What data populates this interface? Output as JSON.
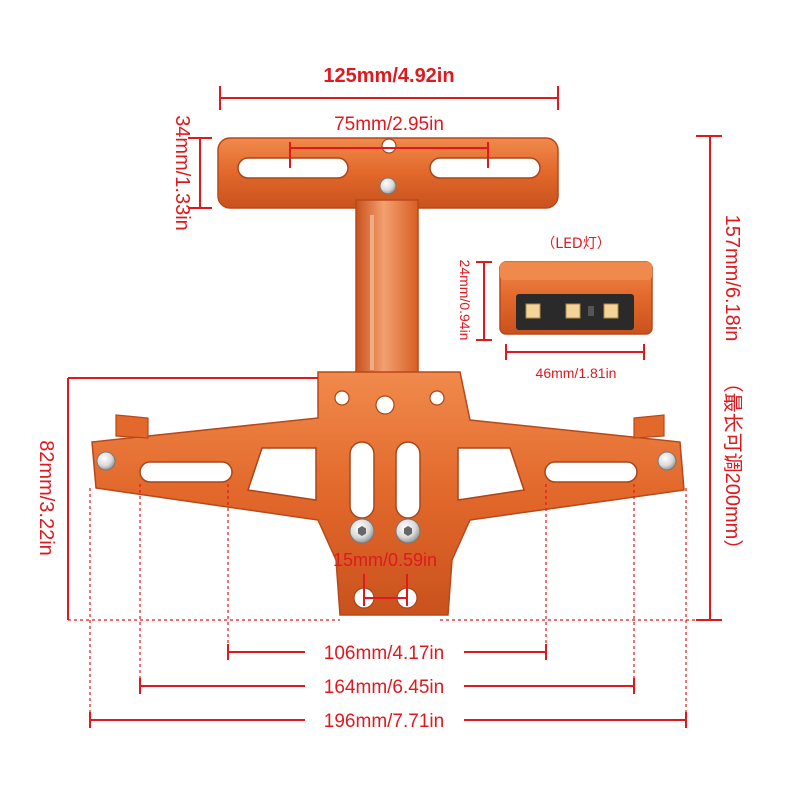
{
  "colors": {
    "dimension_red": "#e0191f",
    "bracket_orange": "#e2682b",
    "bracket_dark": "#b8481a",
    "bracket_light": "#f3a070",
    "bolt_silver": "#d9d9d9",
    "led_body": "#2a2a2a"
  },
  "icons": {
    "bolt": "hex-socket-bolt-icon",
    "led_chip": "led-chip-icon"
  },
  "dimensions": {
    "top_width": "125mm/4.92in",
    "top_slot_spacing": "75mm/2.95in",
    "top_height": "34mm/1.33in",
    "total_height": "157mm/6.18in",
    "max_adjust": "（最长可调200mm）",
    "led_label": "（LED灯）",
    "led_height": "24mm/0.94in",
    "led_width": "46mm/1.81in",
    "base_height": "82mm/3.22in",
    "hole_spacing": "15mm/0.59in",
    "inner_width": "106mm/4.17in",
    "mid_width": "164mm/6.45in",
    "outer_width": "196mm/7.71in"
  }
}
